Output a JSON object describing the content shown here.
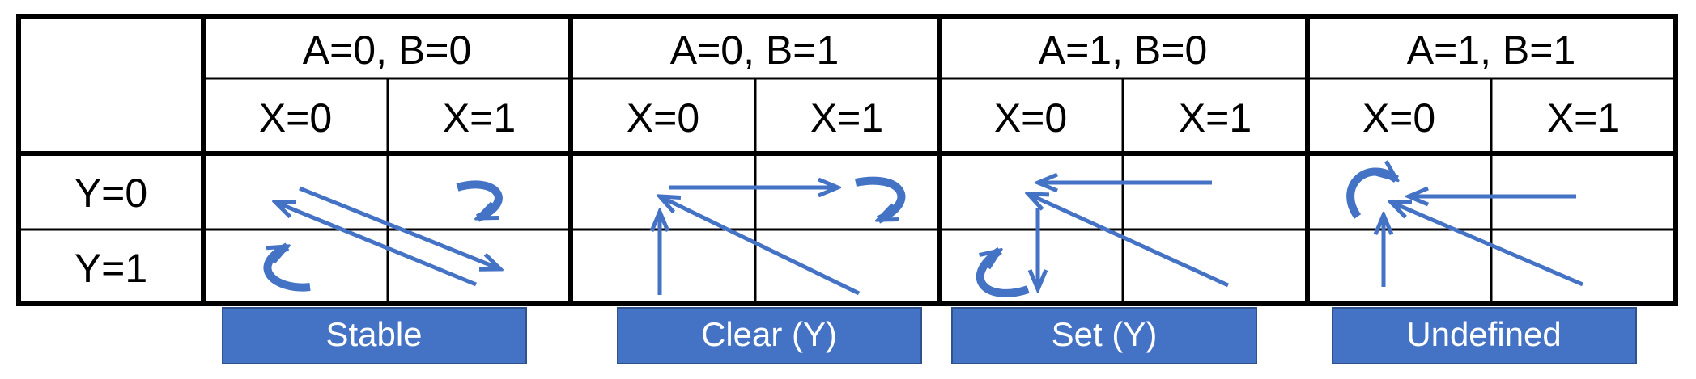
{
  "table": {
    "groups": [
      "A=0, B=0",
      "A=0, B=1",
      "A=1, B=0",
      "A=1, B=1"
    ],
    "x_labels": [
      "X=0",
      "X=1"
    ],
    "y_labels": [
      "Y=0",
      "Y=1"
    ]
  },
  "labels": [
    "Stable",
    "Clear (Y)",
    "Set (Y)",
    "Undefined"
  ],
  "colors": {
    "arrow": "#4472C4",
    "label_fill": "#4472C4",
    "label_border": "#2F528F",
    "grid": "#000000"
  }
}
